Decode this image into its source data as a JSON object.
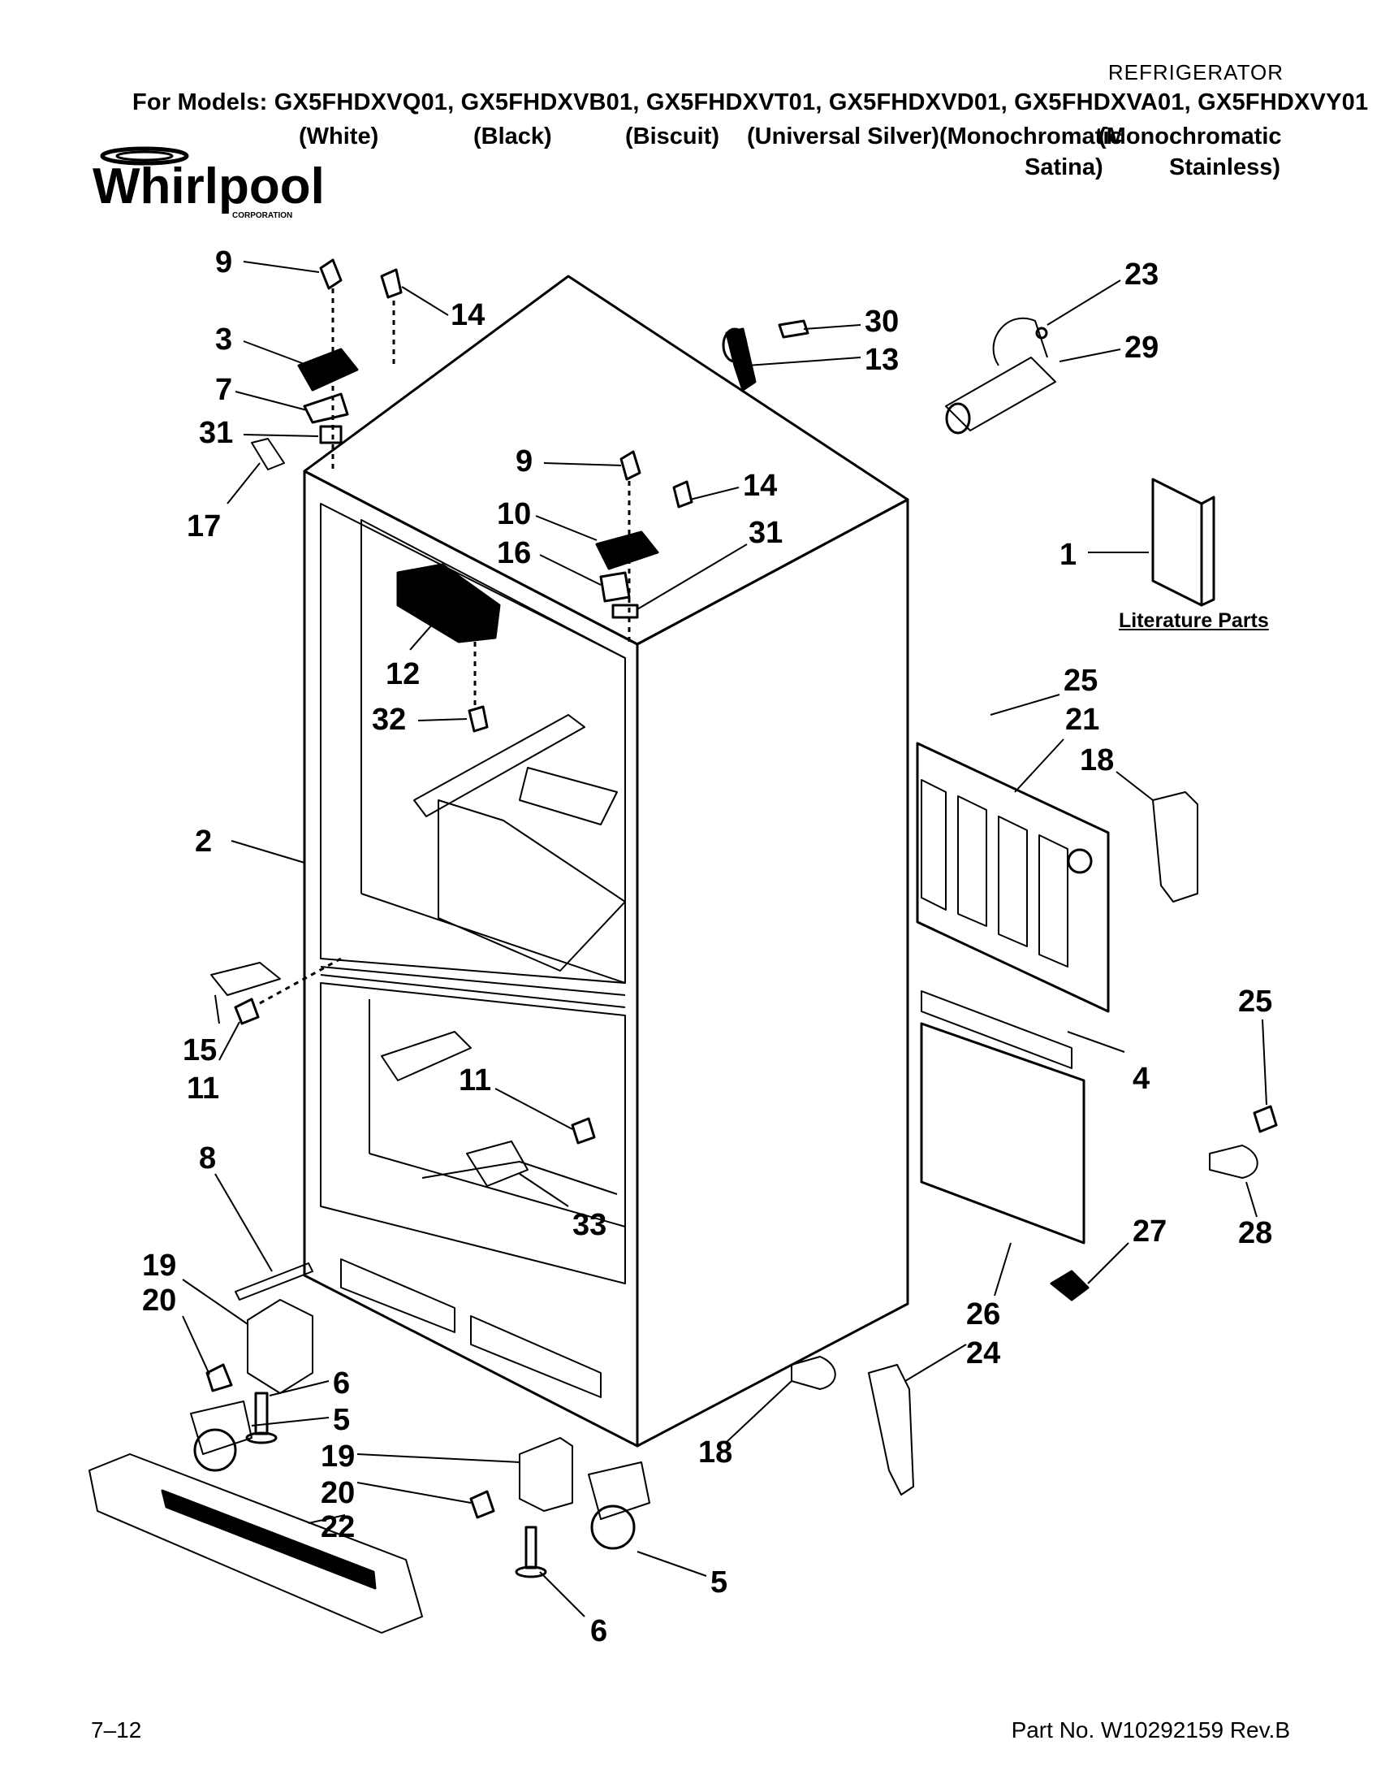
{
  "header": {
    "category": "REFRIGERATOR",
    "models": "For Models: GX5FHDXVQ01, GX5FHDXVB01, GX5FHDXVT01, GX5FHDXVD01, GX5FHDXVA01, GX5FHDXVY01",
    "colors": [
      "(White)",
      "(Black)",
      "(Biscuit)",
      "(Universal Silver)(Monochromatic",
      "(Monochromatic"
    ],
    "colors_line2": [
      "Satina)",
      "Stainless)"
    ]
  },
  "brand": {
    "logo_text": "Whirlpool",
    "logo_sub": "CORPORATION"
  },
  "callouts": [
    "9",
    "14",
    "3",
    "7",
    "31",
    "17",
    "30",
    "13",
    "23",
    "29",
    "9",
    "14",
    "10",
    "16",
    "31",
    "1",
    "12",
    "32",
    "25",
    "21",
    "18",
    "2",
    "15",
    "11",
    "11",
    "25",
    "4",
    "8",
    "33",
    "28",
    "27",
    "19",
    "20",
    "26",
    "24",
    "6",
    "5",
    "19",
    "20",
    "18",
    "22",
    "5",
    "6"
  ],
  "literature_label": "Literature Parts",
  "footer": {
    "left": "7–12",
    "right": "Part No. W10292159 Rev.B"
  },
  "colors_used": {
    "ink": "#000000",
    "paper": "#ffffff"
  }
}
